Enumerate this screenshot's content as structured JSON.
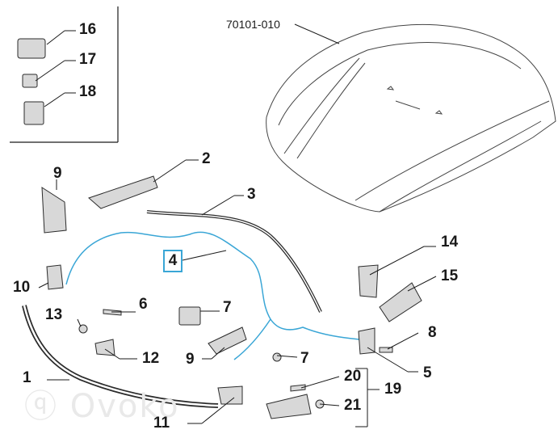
{
  "diagram": {
    "part_number": "70101-010",
    "labels": {
      "l1": "1",
      "l2": "2",
      "l3": "3",
      "l4": "4",
      "l5": "5",
      "l6": "6",
      "l7a": "7",
      "l7b": "7",
      "l8": "8",
      "l9a": "9",
      "l9b": "9",
      "l10": "10",
      "l11": "11",
      "l12": "12",
      "l13": "13",
      "l14": "14",
      "l15": "15",
      "l16": "16",
      "l17": "17",
      "l18": "18",
      "l19": "19",
      "l20": "20",
      "l21": "21"
    },
    "watermark": "ⓠ Ovoko",
    "colors": {
      "line": "#1a1a1a",
      "cable": "#3aa6d6",
      "part": "#2b2b2b"
    }
  }
}
